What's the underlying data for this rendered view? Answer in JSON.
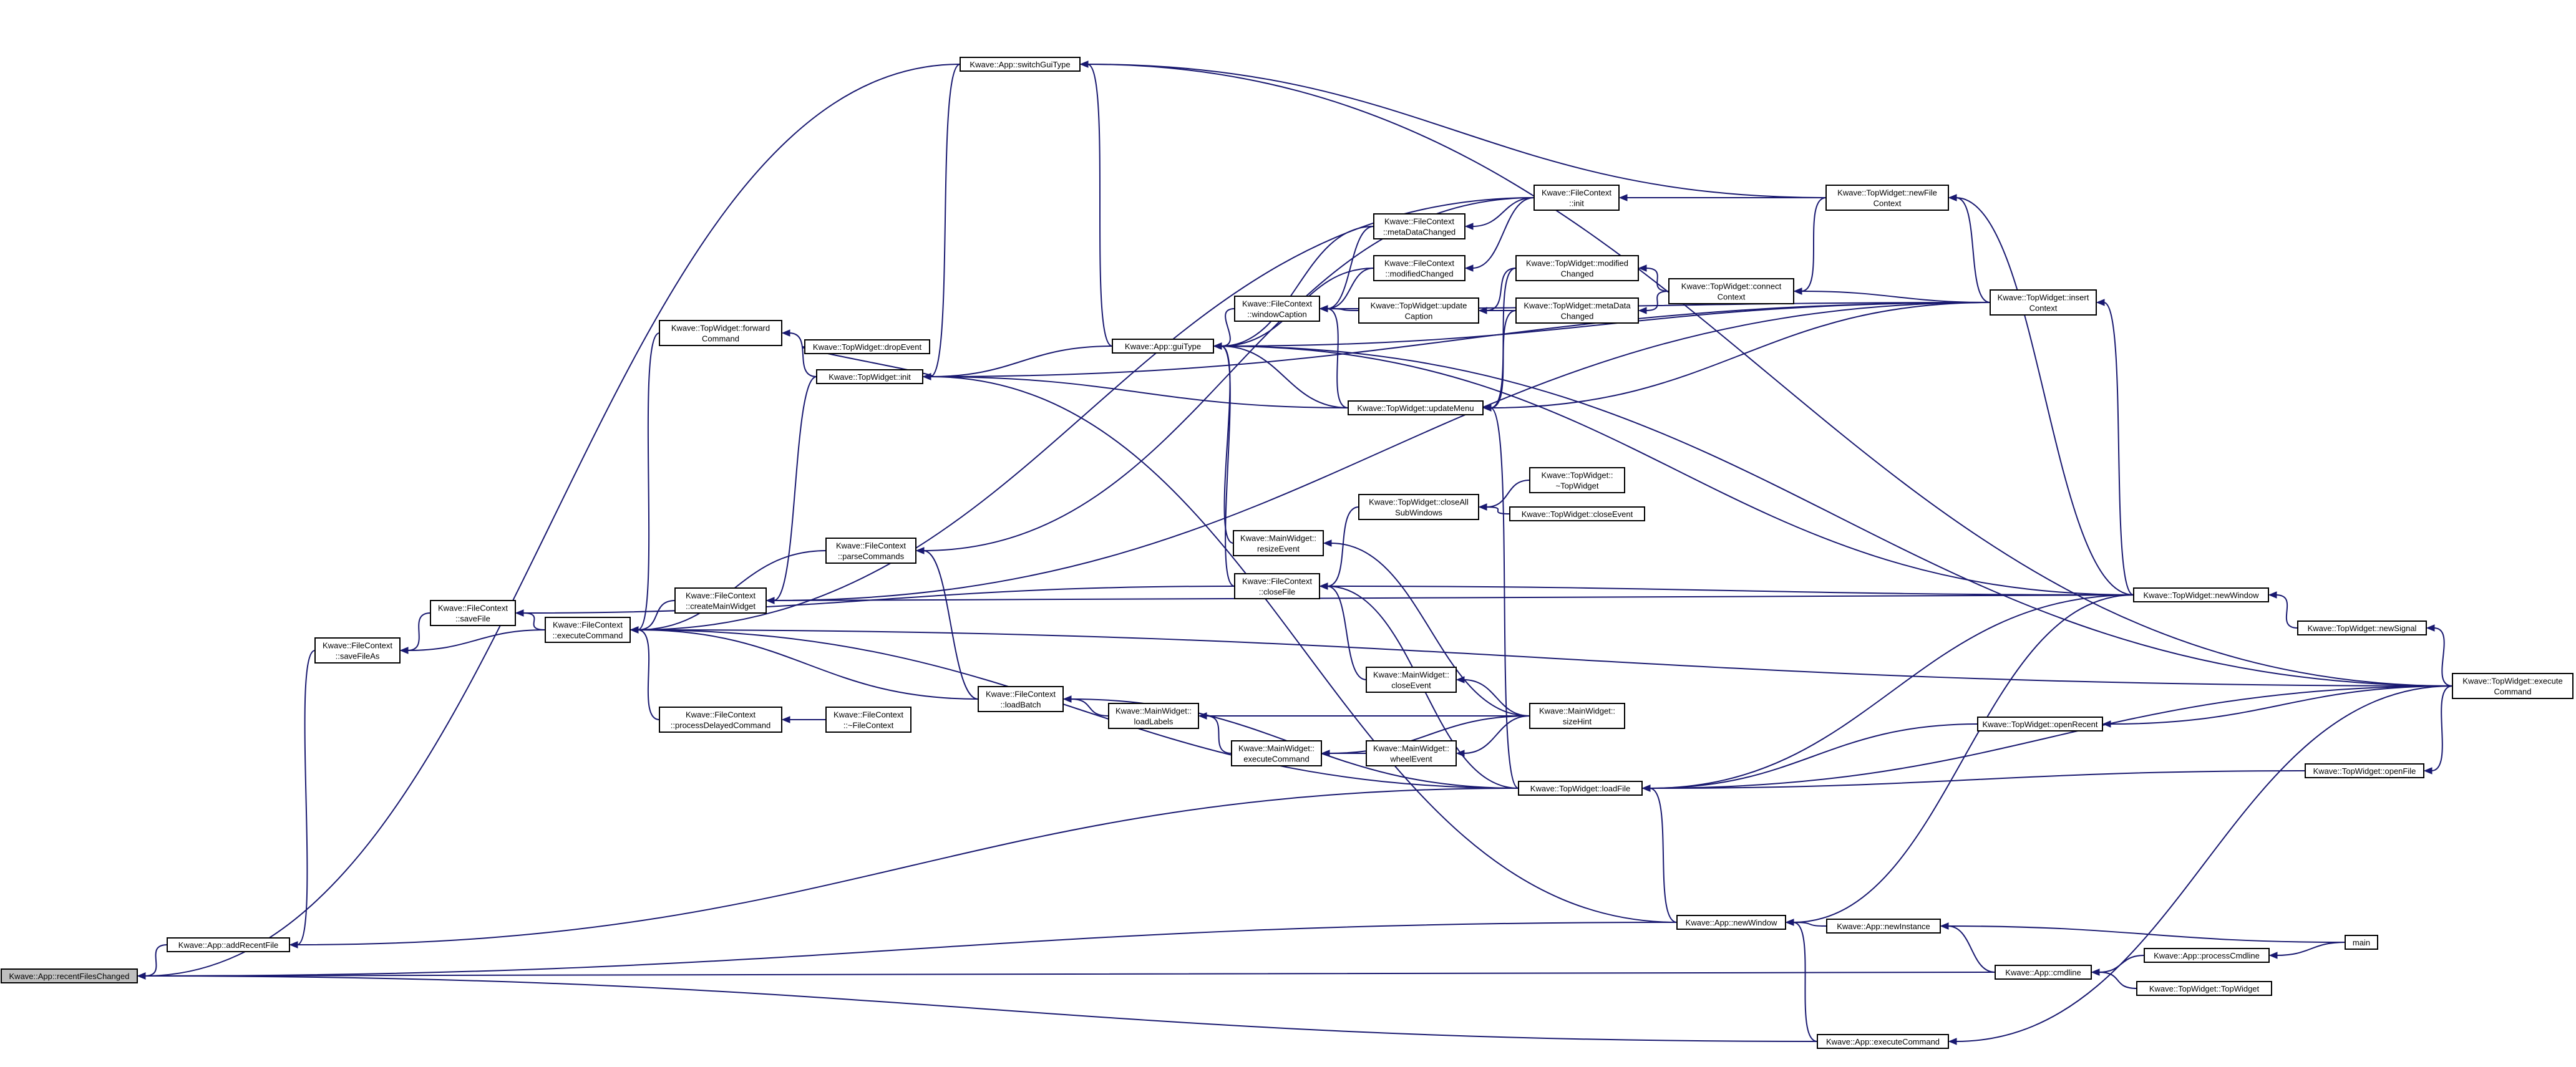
{
  "nodes": [
    {
      "id": "recentFilesChanged",
      "lines": [
        "Kwave::App::recentFilesChanged"
      ],
      "root": true
    },
    {
      "id": "addRecentFile",
      "lines": [
        "Kwave::App::addRecentFile"
      ]
    },
    {
      "id": "saveFileAs",
      "lines": [
        "Kwave::FileContext",
        "::saveFileAs"
      ]
    },
    {
      "id": "saveFile",
      "lines": [
        "Kwave::FileContext",
        "::saveFile"
      ]
    },
    {
      "id": "executeCommand_fc",
      "lines": [
        "Kwave::FileContext",
        "::executeCommand"
      ]
    },
    {
      "id": "forwardCommand",
      "lines": [
        "Kwave::TopWidget::forward",
        "Command"
      ]
    },
    {
      "id": "createMainWidget",
      "lines": [
        "Kwave::FileContext",
        "::createMainWidget"
      ]
    },
    {
      "id": "processDelayedCommand",
      "lines": [
        "Kwave::FileContext",
        "::processDelayedCommand"
      ]
    },
    {
      "id": "dropEvent",
      "lines": [
        "Kwave::TopWidget::dropEvent"
      ]
    },
    {
      "id": "tw_init",
      "lines": [
        "Kwave::TopWidget::init"
      ]
    },
    {
      "id": "parseCommands",
      "lines": [
        "Kwave::FileContext",
        "::parseCommands"
      ]
    },
    {
      "id": "loadBatch",
      "lines": [
        "Kwave::FileContext",
        "::loadBatch"
      ]
    },
    {
      "id": "fc_dtor",
      "lines": [
        "Kwave::FileContext",
        "::~FileContext"
      ]
    },
    {
      "id": "switchGuiType",
      "lines": [
        "Kwave::App::switchGuiType"
      ]
    },
    {
      "id": "guiType",
      "lines": [
        "Kwave::App::guiType"
      ]
    },
    {
      "id": "loadLabels",
      "lines": [
        "Kwave::MainWidget::",
        "loadLabels"
      ]
    },
    {
      "id": "mw_executeCommand",
      "lines": [
        "Kwave::MainWidget::",
        "executeCommand"
      ]
    },
    {
      "id": "resizeEvent",
      "lines": [
        "Kwave::MainWidget::",
        "resizeEvent"
      ]
    },
    {
      "id": "closeFile",
      "lines": [
        "Kwave::FileContext",
        "::closeFile"
      ]
    },
    {
      "id": "windowCaption",
      "lines": [
        "Kwave::FileContext",
        "::windowCaption"
      ]
    },
    {
      "id": "metaDataChanged_fc",
      "lines": [
        "Kwave::FileContext",
        "::metaDataChanged"
      ]
    },
    {
      "id": "modifiedChanged_fc",
      "lines": [
        "Kwave::FileContext",
        "::modifiedChanged"
      ]
    },
    {
      "id": "closeEvent_mw",
      "lines": [
        "Kwave::MainWidget::",
        "closeEvent"
      ]
    },
    {
      "id": "wheelEvent",
      "lines": [
        "Kwave::MainWidget::",
        "wheelEvent"
      ]
    },
    {
      "id": "updateCaption",
      "lines": [
        "Kwave::TopWidget::update",
        "Caption"
      ]
    },
    {
      "id": "updateMenu",
      "lines": [
        "Kwave::TopWidget::updateMenu"
      ]
    },
    {
      "id": "closeAllSubWindows",
      "lines": [
        "Kwave::TopWidget::closeAll",
        "SubWindows"
      ]
    },
    {
      "id": "fc_init",
      "lines": [
        "Kwave::FileContext",
        "::init"
      ]
    },
    {
      "id": "tw_modifiedChanged",
      "lines": [
        "Kwave::TopWidget::modified",
        "Changed"
      ]
    },
    {
      "id": "tw_metaDataChanged",
      "lines": [
        "Kwave::TopWidget::metaData",
        "Changed"
      ]
    },
    {
      "id": "tw_dtor",
      "lines": [
        "Kwave::TopWidget::",
        "~TopWidget"
      ]
    },
    {
      "id": "tw_closeEvent",
      "lines": [
        "Kwave::TopWidget::closeEvent"
      ]
    },
    {
      "id": "sizeHint",
      "lines": [
        "Kwave::MainWidget::",
        "sizeHint"
      ]
    },
    {
      "id": "loadFile",
      "lines": [
        "Kwave::TopWidget::loadFile"
      ]
    },
    {
      "id": "connectContext",
      "lines": [
        "Kwave::TopWidget::connect",
        "Context"
      ]
    },
    {
      "id": "app_newWindow",
      "lines": [
        "Kwave::App::newWindow"
      ]
    },
    {
      "id": "newFileContext",
      "lines": [
        "Kwave::TopWidget::newFile",
        "Context"
      ]
    },
    {
      "id": "newInstance",
      "lines": [
        "Kwave::App::newInstance"
      ]
    },
    {
      "id": "openRecent",
      "lines": [
        "Kwave::TopWidget::openRecent"
      ]
    },
    {
      "id": "cmdline",
      "lines": [
        "Kwave::App::cmdline"
      ]
    },
    {
      "id": "app_executeCommand",
      "lines": [
        "Kwave::App::executeCommand"
      ]
    },
    {
      "id": "insertContext",
      "lines": [
        "Kwave::TopWidget::insert",
        "Context"
      ]
    },
    {
      "id": "tw_newWindow",
      "lines": [
        "Kwave::TopWidget::newWindow"
      ]
    },
    {
      "id": "openFile",
      "lines": [
        "Kwave::TopWidget::openFile"
      ]
    },
    {
      "id": "processCmdline",
      "lines": [
        "Kwave::App::processCmdline"
      ]
    },
    {
      "id": "tw_ctor",
      "lines": [
        "Kwave::TopWidget::TopWidget"
      ]
    },
    {
      "id": "newSignal",
      "lines": [
        "Kwave::TopWidget::newSignal"
      ]
    },
    {
      "id": "main",
      "lines": [
        "main"
      ]
    },
    {
      "id": "tw_executeCommand",
      "lines": [
        "Kwave::TopWidget::execute",
        "Command"
      ]
    }
  ],
  "edges": [
    [
      "recentFilesChanged",
      "addRecentFile"
    ],
    [
      "recentFilesChanged",
      "switchGuiType"
    ],
    [
      "recentFilesChanged",
      "app_newWindow"
    ],
    [
      "recentFilesChanged",
      "cmdline"
    ],
    [
      "recentFilesChanged",
      "app_executeCommand"
    ],
    [
      "addRecentFile",
      "saveFileAs"
    ],
    [
      "addRecentFile",
      "loadFile"
    ],
    [
      "saveFileAs",
      "saveFile"
    ],
    [
      "saveFileAs",
      "executeCommand_fc"
    ],
    [
      "saveFile",
      "executeCommand_fc"
    ],
    [
      "saveFile",
      "closeFile"
    ],
    [
      "executeCommand_fc",
      "forwardCommand"
    ],
    [
      "executeCommand_fc",
      "createMainWidget"
    ],
    [
      "executeCommand_fc",
      "processDelayedCommand"
    ],
    [
      "executeCommand_fc",
      "parseCommands"
    ],
    [
      "executeCommand_fc",
      "loadBatch"
    ],
    [
      "executeCommand_fc",
      "loadFile"
    ],
    [
      "executeCommand_fc",
      "fc_init"
    ],
    [
      "executeCommand_fc",
      "tw_executeCommand"
    ],
    [
      "forwardCommand",
      "tw_init"
    ],
    [
      "createMainWidget",
      "tw_init"
    ],
    [
      "createMainWidget",
      "insertContext"
    ],
    [
      "createMainWidget",
      "tw_newWindow"
    ],
    [
      "tw_init",
      "dropEvent"
    ],
    [
      "tw_init",
      "guiType"
    ],
    [
      "tw_init",
      "updateMenu"
    ],
    [
      "tw_init",
      "app_newWindow"
    ],
    [
      "tw_init",
      "switchGuiType"
    ],
    [
      "tw_init",
      "insertContext"
    ],
    [
      "processDelayedCommand",
      "fc_dtor"
    ],
    [
      "parseCommands",
      "loadBatch"
    ],
    [
      "parseCommands",
      "fc_init"
    ],
    [
      "loadBatch",
      "loadLabels"
    ],
    [
      "loadBatch",
      "loadFile"
    ],
    [
      "loadLabels",
      "mw_executeCommand"
    ],
    [
      "loadLabels",
      "sizeHint"
    ],
    [
      "mw_executeCommand",
      "wheelEvent"
    ],
    [
      "mw_executeCommand",
      "sizeHint"
    ],
    [
      "switchGuiType",
      "guiType"
    ],
    [
      "switchGuiType",
      "newFileContext"
    ],
    [
      "switchGuiType",
      "tw_executeCommand"
    ],
    [
      "guiType",
      "windowCaption"
    ],
    [
      "guiType",
      "closeFile"
    ],
    [
      "guiType",
      "resizeEvent"
    ],
    [
      "guiType",
      "metaDataChanged_fc"
    ],
    [
      "guiType",
      "modifiedChanged_fc"
    ],
    [
      "guiType",
      "updateMenu"
    ],
    [
      "guiType",
      "tw_newWindow"
    ],
    [
      "guiType",
      "insertContext"
    ],
    [
      "guiType",
      "tw_executeCommand"
    ],
    [
      "closeFile",
      "closeAllSubWindows"
    ],
    [
      "closeFile",
      "closeEvent_mw"
    ],
    [
      "closeFile",
      "loadFile"
    ],
    [
      "closeFile",
      "tw_newWindow"
    ],
    [
      "resizeEvent",
      "sizeHint"
    ],
    [
      "windowCaption",
      "metaDataChanged_fc"
    ],
    [
      "windowCaption",
      "modifiedChanged_fc"
    ],
    [
      "windowCaption",
      "updateCaption"
    ],
    [
      "windowCaption",
      "updateMenu"
    ],
    [
      "windowCaption",
      "insertContext"
    ],
    [
      "metaDataChanged_fc",
      "fc_init"
    ],
    [
      "modifiedChanged_fc",
      "fc_init"
    ],
    [
      "updateCaption",
      "tw_modifiedChanged"
    ],
    [
      "updateCaption",
      "tw_metaDataChanged"
    ],
    [
      "updateMenu",
      "tw_modifiedChanged"
    ],
    [
      "updateMenu",
      "tw_metaDataChanged"
    ],
    [
      "updateMenu",
      "insertContext"
    ],
    [
      "updateMenu",
      "loadFile"
    ],
    [
      "closeAllSubWindows",
      "tw_dtor"
    ],
    [
      "closeAllSubWindows",
      "tw_closeEvent"
    ],
    [
      "closeEvent_mw",
      "sizeHint"
    ],
    [
      "wheelEvent",
      "sizeHint"
    ],
    [
      "tw_modifiedChanged",
      "connectContext"
    ],
    [
      "tw_metaDataChanged",
      "connectContext"
    ],
    [
      "fc_init",
      "newFileContext"
    ],
    [
      "connectContext",
      "newFileContext"
    ],
    [
      "connectContext",
      "insertContext"
    ],
    [
      "newFileContext",
      "insertContext"
    ],
    [
      "newFileContext",
      "tw_newWindow"
    ],
    [
      "insertContext",
      "tw_newWindow"
    ],
    [
      "loadFile",
      "app_newWindow"
    ],
    [
      "loadFile",
      "openRecent"
    ],
    [
      "loadFile",
      "openFile"
    ],
    [
      "loadFile",
      "tw_executeCommand"
    ],
    [
      "loadFile",
      "tw_newWindow"
    ],
    [
      "app_newWindow",
      "newInstance"
    ],
    [
      "app_newWindow",
      "app_executeCommand"
    ],
    [
      "app_newWindow",
      "tw_newWindow"
    ],
    [
      "newInstance",
      "cmdline"
    ],
    [
      "newInstance",
      "main"
    ],
    [
      "cmdline",
      "processCmdline"
    ],
    [
      "cmdline",
      "tw_ctor"
    ],
    [
      "processCmdline",
      "main"
    ],
    [
      "openRecent",
      "tw_executeCommand"
    ],
    [
      "openFile",
      "tw_executeCommand"
    ],
    [
      "tw_newWindow",
      "newSignal"
    ],
    [
      "newSignal",
      "tw_executeCommand"
    ],
    [
      "app_executeCommand",
      "tw_executeCommand"
    ]
  ]
}
